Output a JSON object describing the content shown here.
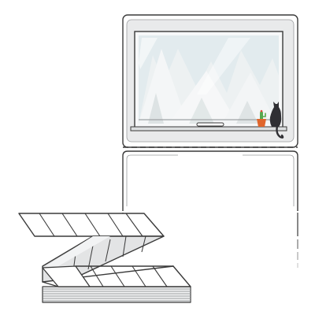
{
  "scene": {
    "upper_label_sheet": {
      "window_view": "mountains",
      "sill_items": [
        "potted-cactus",
        "black-cat"
      ]
    },
    "lower_label_sheet": {
      "state": "blank"
    },
    "fanfold_stack": {
      "state": "blank-labels"
    }
  },
  "colors": {
    "background": "#ffffff",
    "outline": "#3a3a3a",
    "label_panel": "#e9eaeb",
    "glass": "#e2ebee",
    "mountain": "#f4f6f7",
    "sill": "#dcdedf",
    "cat": "#2f2f33",
    "pot": "#e0662c",
    "cactus": "#58a84e",
    "fold_shadow": "#cfd1d3",
    "stack_edge": "#b3b5b8"
  }
}
